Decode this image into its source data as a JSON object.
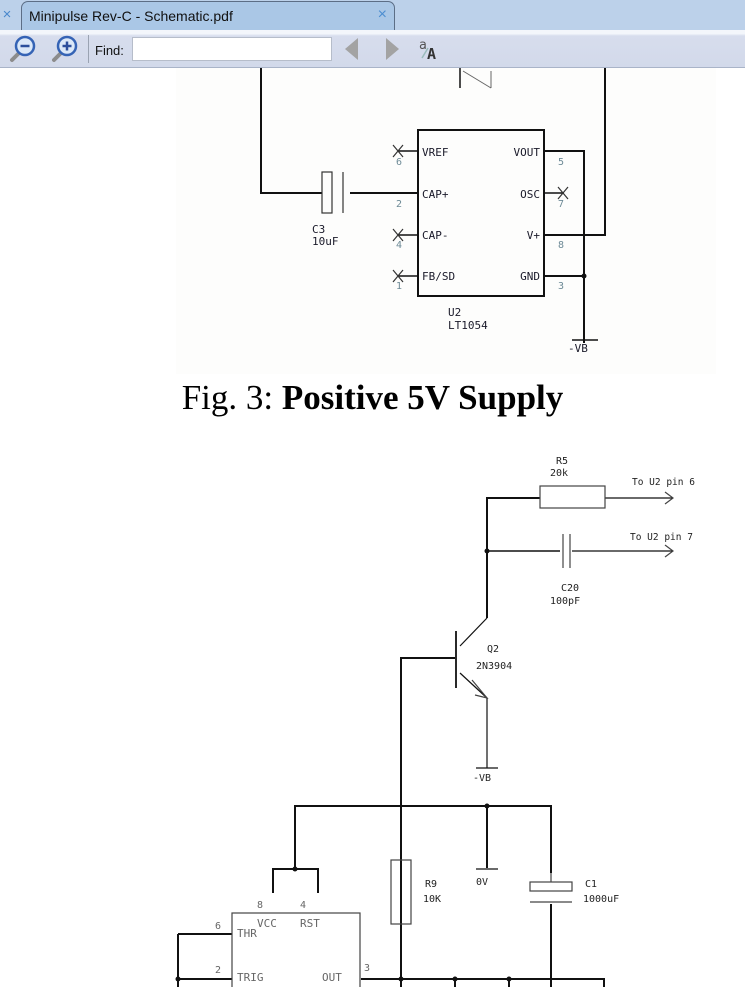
{
  "window": {
    "tab_title": "Minipulse Rev-C - Schematic.pdf",
    "tab_close_glyph": "×",
    "left_close_glyph": "×"
  },
  "toolbar": {
    "zoom_out_icon": "zoom-out-icon",
    "zoom_in_icon": "zoom-in-icon",
    "find_label": "Find:",
    "find_value": "",
    "find_placeholder": "",
    "prev_icon": "triangle-left",
    "next_icon": "triangle-right",
    "match_case_icon": "match-case-icon"
  },
  "document": {
    "figure3": {
      "caption_prefix": "Fig. 3: ",
      "caption_bold": "Positive 5V Supply",
      "chip": {
        "ref": "U2",
        "part": "LT1054"
      },
      "pins_left": [
        {
          "name": "VREF",
          "num": "6"
        },
        {
          "name": "CAP+",
          "num": "2"
        },
        {
          "name": "CAP-",
          "num": "4"
        },
        {
          "name": "FB/SD",
          "num": "1"
        }
      ],
      "pins_right": [
        {
          "name": "VOUT",
          "num": "5"
        },
        {
          "name": "OSC",
          "num": "7"
        },
        {
          "name": "V+",
          "num": "8"
        },
        {
          "name": "GND",
          "num": "3"
        }
      ],
      "capacitor": {
        "ref": "C3",
        "value": "10uF"
      },
      "ground_label": "-VB"
    },
    "figure4": {
      "r5": {
        "ref": "R5",
        "value": "20k"
      },
      "c20": {
        "ref": "C20",
        "value": "100pF"
      },
      "to_pin6": "To U2 pin 6",
      "to_pin7": "To U2 pin 7",
      "q2": {
        "ref": "Q2",
        "part": "2N3904"
      },
      "q2_ground": "-VB",
      "r9": {
        "ref": "R9",
        "value": "10K"
      },
      "zero_v": "0V",
      "c1": {
        "ref": "C1",
        "value": "1000uF"
      },
      "timer": {
        "pin8": "8",
        "pin4": "4",
        "pin6": "6",
        "pin2": "2",
        "pin3": "3",
        "vcc": "VCC",
        "rst": "RST",
        "thr": "THR",
        "trig": "TRIG",
        "out": "OUT"
      }
    }
  }
}
